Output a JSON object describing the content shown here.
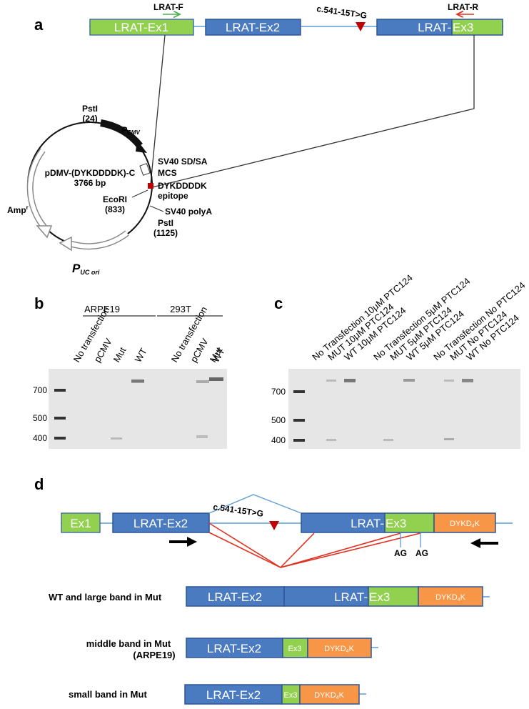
{
  "panels": {
    "a": "a",
    "b": "b",
    "c": "c",
    "d": "d"
  },
  "panel_a": {
    "primer_forward": "LRAT-F",
    "primer_reverse": "LRAT-R",
    "mutation": "c.541-15T>G",
    "exon1": "LRAT-Ex1",
    "exon2": "LRAT-Ex2",
    "exon3_part1": "LRAT-",
    "exon3_part2": "Ex3",
    "plasmid_name": "pDMV-(DYKDDDDK)-C",
    "plasmid_size": "3766 bp",
    "pstI_top": "PstI",
    "pstI_top_pos": "(24)",
    "pcmv": "P",
    "pcmv_sub": "CMV",
    "sv40_sdsa": "SV40 SD/SA",
    "mcs": "MCS",
    "epitope1": "DYKDDDDK",
    "epitope2": "epitope",
    "ecori": "EcoRI",
    "ecori_pos": "(833)",
    "sv40_polya": "SV40 polyA",
    "pstI_bottom": "PstI",
    "pstI_bottom_pos": "(1125)",
    "ampr": "Amp",
    "ampr_sup": "r",
    "puc": "P",
    "puc_sub": "UC ori"
  },
  "panel_b": {
    "group1": "ARPE19",
    "group2": "293T",
    "lanes": [
      "No transfection",
      "pCMV",
      "Mut",
      "WT",
      "No transfection",
      "pCMV",
      "Mut",
      "WT"
    ],
    "ladder": [
      "700",
      "500",
      "400"
    ]
  },
  "panel_c": {
    "lanes": [
      "No Transfection 10μM PTC124",
      "MUT 10μM PTC124",
      "WT  10μM PTC124",
      "No Transfection 5μM PTC124",
      "MUT 5μM PTC124",
      "WT  5μM PTC124",
      "No Transfection No PTC124",
      "MUT No PTC124",
      "WT No PTC124"
    ],
    "ladder": [
      "700",
      "500",
      "400"
    ]
  },
  "panel_d": {
    "ex1": "Ex1",
    "ex2": "LRAT-Ex2",
    "mutation": "c.541-15T>G",
    "ex3_part1": "LRAT-",
    "ex3_part2": "Ex3",
    "tag": "DYKD",
    "tag_sub": "4",
    "tag_end": "K",
    "ag1": "AG",
    "ag2": "AG",
    "row1_label": "WT and large band in Mut",
    "row2_label_line1": "middle band in Mut",
    "row2_label_line2": "(ARPE19)",
    "row3_label": "small band in Mut",
    "short_ex3": "Ex3"
  },
  "colors": {
    "green": "#92d050",
    "blue": "#4a7bc1",
    "orange": "#f79646",
    "red_line": "#e03020",
    "mutation_marker": "#c00000",
    "gel_bg": "#e6e6e6"
  }
}
